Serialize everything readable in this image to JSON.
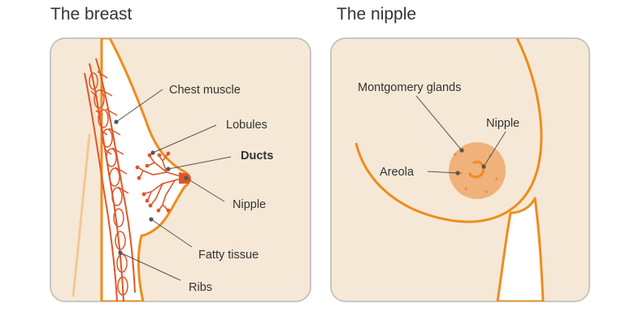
{
  "panels": {
    "breast": {
      "title": "The breast",
      "labels": {
        "chest_muscle": "Chest muscle",
        "lobules": "Lobules",
        "ducts": "Ducts",
        "nipple": "Nipple",
        "fatty_tissue": "Fatty tissue",
        "ribs": "Ribs"
      }
    },
    "nipple": {
      "title": "The nipple",
      "labels": {
        "montgomery_glands": "Montgomery glands",
        "nipple": "Nipple",
        "areola": "Areola"
      }
    }
  },
  "colors": {
    "background_panel": "#f6e8d6",
    "panel_border": "#b8b8b8",
    "outline_orange": "#ee8c1e",
    "tissue_red": "#e0562a",
    "areola": "#f0b27a",
    "text": "#333333"
  }
}
